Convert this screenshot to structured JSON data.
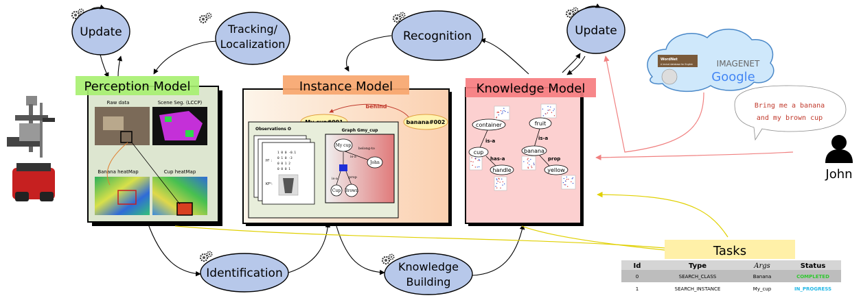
{
  "process_nodes": {
    "update_left": "Update",
    "tracking": "Tracking/\nLocalization",
    "recognition": "Recognition",
    "update_right": "Update",
    "identification": "Identification",
    "knowledge_building": "Knowledge\nBuilding"
  },
  "models": {
    "perception": {
      "title": "Perception Model",
      "raw_data": "Raw data",
      "scene_seg": "Scene Seg. (LCCP)",
      "banana_heatmap": "Banana heatMap",
      "cup_heatmap": "Cup heatMap"
    },
    "instance": {
      "title": "Instance Model",
      "behind": "behind",
      "my_cup": "My cup#001",
      "banana": "banana#002",
      "observations": "Observations O",
      "graph": "Graph Gmy_cup",
      "h_label": "H¹ :",
      "kf_label": "KF¹:",
      "matrix": [
        "1 0 0 -0.1",
        "0 1 0 -3",
        "0 0 1 2",
        "0 0 0 1"
      ],
      "graph_nodes": {
        "mycup": "My cup",
        "john": "John",
        "cup": "Cup",
        "brown": "Brown"
      },
      "graph_edges": {
        "isa1": "is-a",
        "belong": "belong-to",
        "isa2": "is-a",
        "prop": "prop"
      }
    },
    "knowledge": {
      "title": "Knowledge Model",
      "nodes": {
        "container": "container",
        "fruit": "fruit",
        "cup": "cup",
        "handle": "handle",
        "banana": "banana",
        "yellow": "yellow"
      },
      "edges": {
        "isa1": "is-a",
        "hasa": "has-a",
        "isa2": "is-a",
        "prop": "prop"
      }
    }
  },
  "cloud": {
    "wordnet": "WordNet",
    "wordnet_sub": "A lexical database for English",
    "imagenet": "IMAGENET",
    "google": "Google"
  },
  "speech": {
    "line1": "Bring me a banana",
    "line2": "and my brown cup"
  },
  "person": "John",
  "tasks": {
    "title": "Tasks",
    "headers": [
      "Id",
      "Type",
      "Args",
      "Status"
    ],
    "rows": [
      {
        "id": "0",
        "type": "SEARCH_CLASS",
        "args": "Banana",
        "status": "COMPLETED"
      },
      {
        "id": "1",
        "type": "SEARCH_INSTANCE",
        "args": "My_cup",
        "status": "IN_PROGRESS"
      }
    ]
  },
  "colors": {
    "ellipse_fill": "#b7c8ea",
    "perception_title": "#a6ef6f",
    "instance_title": "#f7a66e",
    "knowledge_title": "#f67d80",
    "tasks_title": "#fff0a8",
    "completed": "#2fc82f",
    "in_progress": "#22b8e6",
    "speech": "#c0392b"
  }
}
